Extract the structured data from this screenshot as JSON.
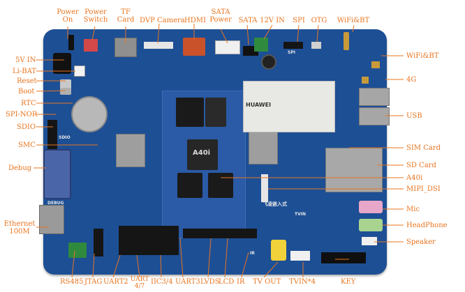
{
  "labels": {
    "power_on": "Power\nOn",
    "power_switch": "Power\nSwitch",
    "tf_card": "TF\nCard",
    "dvp_camera": "DVP Camera",
    "hdmi": "HDMI",
    "sata_power": "SATA\nPower",
    "sata": "SATA",
    "v12_in": "12V IN",
    "spi": "SPI",
    "otg": "OTG",
    "wifi_bt_top": "WiFi&BT",
    "v5_in": "5V IN",
    "li_bat": "Li-BAT",
    "reset": "Reset",
    "boot": "Boot",
    "rtc": "RTC",
    "spi_nor": "SPI-NOR",
    "sdio": "SDIO",
    "smc": "SMC",
    "debug": "Debug",
    "ethernet": "Ethernet\n100M",
    "wifi_bt_right": "WiFi&BT",
    "g4": "4G",
    "usb": "USB",
    "sim_card": "SIM Card",
    "sd_card": "SD Card",
    "a40i": "A40i",
    "mipi_dsi": "MIPI_DSI",
    "mic": "Mic",
    "headphone": "HeadPhone",
    "speaker": "Speaker",
    "rs485": "RS485",
    "jtag": "JTAG",
    "uart2": "UART2",
    "uart47": "UART\n4/7",
    "iic34": "IIC3/4",
    "uart3": "UART3",
    "lvds": "LVDS",
    "lcd": "LCD",
    "ir": "IR",
    "tv_out": "TV OUT",
    "tvin4": "TVIN*4",
    "key": "KEY"
  },
  "silkscreen": {
    "chip_mark": "A40i",
    "brand": "飞凌嵌入式",
    "module_model": "HUAWEI",
    "debug_tag": "DEBUG",
    "sdio_tag": "SDIO",
    "tvin_tag": "TVIN",
    "ir_tag": "IR",
    "spi_tag": "SPI"
  },
  "colors": {
    "label": "#e8741e",
    "board": "#1d4f95",
    "line": "#e8741e"
  }
}
